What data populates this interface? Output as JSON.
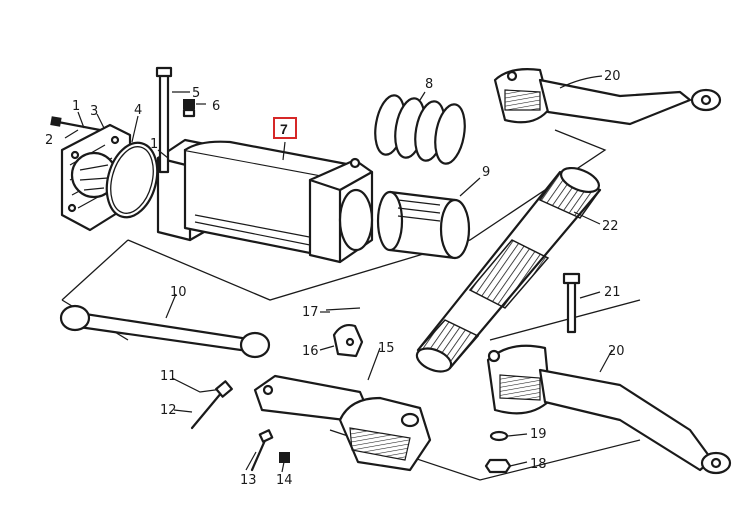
{
  "diagram": {
    "highlight": {
      "label": "7",
      "color": "#d62828"
    },
    "callouts": {
      "c1": "1",
      "c2": "2",
      "c3": "3",
      "c4": "4",
      "c5": "5",
      "c6": "6",
      "c1b": "1",
      "c8": "8",
      "c9": "9",
      "c10": "10",
      "c11": "11",
      "c12": "12",
      "c13": "13",
      "c14": "14",
      "c15": "15",
      "c16": "16",
      "c17": "17",
      "c18": "18",
      "c19": "19",
      "c20a": "20",
      "c20b": "20",
      "c21": "21",
      "c22": "22"
    }
  }
}
